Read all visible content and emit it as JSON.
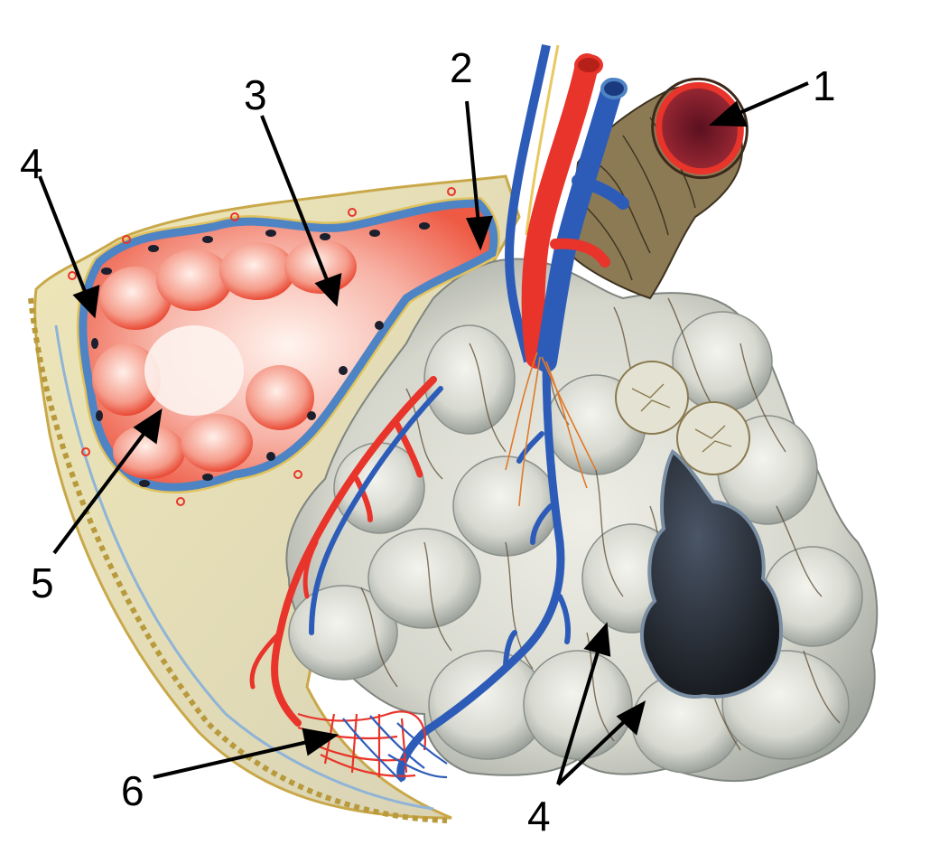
{
  "callouts": {
    "c1": "1",
    "c2": "2",
    "c3": "3",
    "c4_left": "4",
    "c5": "5",
    "c6": "6",
    "c4_bottom": "4"
  },
  "colors": {
    "artery": "#e8342a",
    "vein": "#2d5cb8",
    "tissue": "#d9d9cf",
    "tissue_shadow": "#8f958f",
    "node_pink": "#f38a7d",
    "capsule_blue": "#5f93c8",
    "dark_sinus": "#252930",
    "fiber": "#5b4a33",
    "stroma_yellow": "#e8dda0"
  }
}
